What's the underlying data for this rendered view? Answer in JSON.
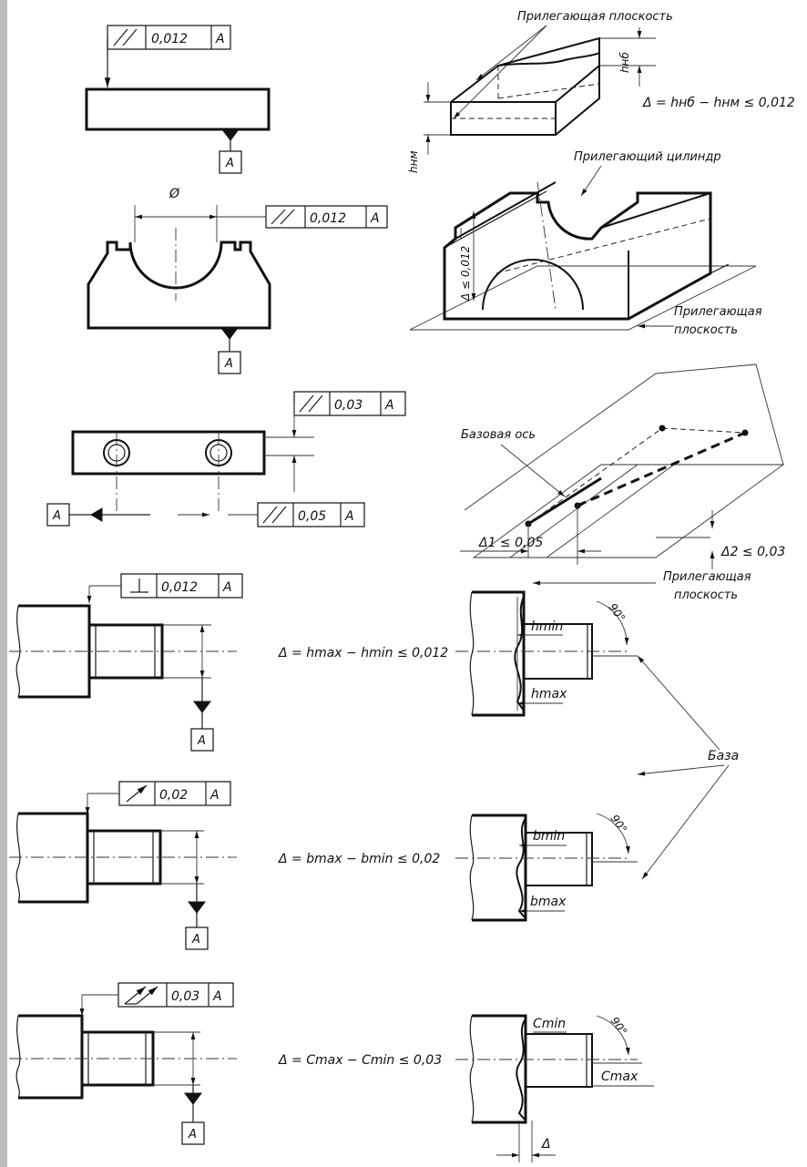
{
  "frames": {
    "f1_value": "0,012",
    "f1_datum": "A",
    "f2_value": "0,012",
    "f2_datum": "A",
    "f3_value": "0,03",
    "f3_datum": "A",
    "f4_value": "0,05",
    "f4_datum": "A",
    "f5_value": "0,012",
    "f5_datum": "A",
    "f6_value": "0,02",
    "f6_datum": "A",
    "f7_value": "0,03",
    "f7_datum": "A"
  },
  "datums": {
    "d1": "A",
    "d2": "A",
    "d3": "A",
    "d5": "A",
    "d6": "A",
    "d7": "A"
  },
  "labels": {
    "diameter": "Ø",
    "adjacent_plane_top": "Прилегающая плоскость",
    "adjacent_cylinder": "Прилегающий цилиндр",
    "adjacent_plane_2a": "Прилегающая",
    "adjacent_plane_2b": "плоскость",
    "base_axis": "Базовая ось",
    "adjacent_plane_3a": "Прилегающая",
    "adjacent_plane_3b": "плоскость",
    "base": "База",
    "h_nb": "hнб",
    "h_nm": "hнм",
    "delta_cyl": "Δ ≤ 0,012",
    "angle_90": "90°",
    "delta_small": "Δ"
  },
  "formulas": {
    "row1": "Δ = hнб − hнм ≤ 0,012",
    "row4": "Δ = hmax − hmin ≤ 0,012",
    "row5": "Δ = bmax − bmin ≤ 0,02",
    "row6": "Δ = Cmax − Cmin ≤ 0,03",
    "delta1": "Δ1 ≤ 0,05",
    "delta2": "Δ2 ≤ 0,03"
  },
  "dims": {
    "h_min": "hmin",
    "h_max": "hmax",
    "b_min": "bmin",
    "b_max": "bmax",
    "c_min": "Cmin",
    "c_max": "Cmax"
  }
}
